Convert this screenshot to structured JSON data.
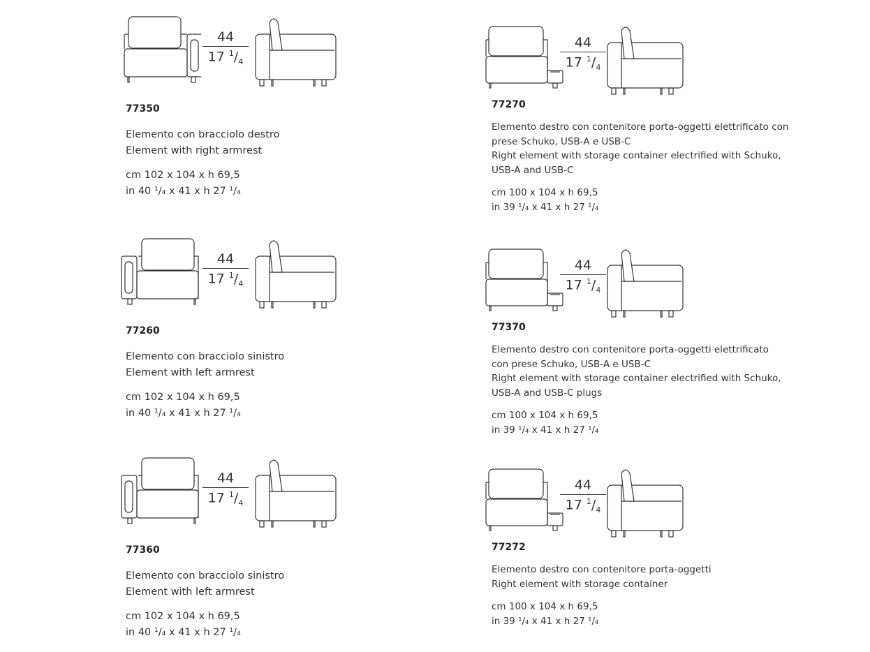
{
  "dimension_label": {
    "top": "44",
    "bottom_whole": "17",
    "bottom_num": "1",
    "bottom_den": "4"
  },
  "items": [
    {
      "code": "77350",
      "desc": [
        "Elemento con bracciolo destro",
        "Element with right armrest"
      ],
      "dims": [
        "cm 102 x 104 x h 69,5",
        "in 40 ¹/₄ x 41 x h 27 ¹/₄"
      ],
      "front": "right-arm"
    },
    {
      "code": "77260",
      "desc": [
        "Elemento con bracciolo sinistro",
        "Element with left armrest"
      ],
      "dims": [
        "cm 102 x 104 x h 69,5",
        "in 40 ¹/₄ x 41 x h 27 ¹/₄"
      ],
      "front": "left-arm"
    },
    {
      "code": "77360",
      "desc": [
        "Elemento con bracciolo sinistro",
        "Element with left armrest"
      ],
      "dims": [
        "cm 102 x 104 x h 69,5",
        "in 40 ¹/₄ x 41 x h 27 ¹/₄"
      ],
      "front": "left-arm"
    },
    {
      "code": "77270",
      "desc": [
        "Elemento destro con contenitore porta-oggetti elettrificato con",
        "prese Schuko, USB-A e USB-C",
        "Right element with storage container electrified with Schuko,",
        "USB-A and USB-C"
      ],
      "dims": [
        "cm 100 x 104 x h 69,5",
        "in 39 ¹/₄ x 41 x h 27 ¹/₄"
      ],
      "front": "storage"
    },
    {
      "code": "77370",
      "desc": [
        "Elemento destro con contenitore porta-oggetti elettrificato",
        "con prese Schuko, USB-A e USB-C",
        "Right element with storage container electrified with Schuko,",
        "USB-A and USB-C plugs"
      ],
      "dims": [
        "cm 100 x 104 x h 69,5",
        "in 39 ¹/₄ x 41 x h 27 ¹/₄"
      ],
      "front": "storage"
    },
    {
      "code": "77272",
      "desc": [
        "Elemento destro con contenitore porta-oggetti",
        "Right element with storage container"
      ],
      "dims": [
        "cm 100 x 104 x h 69,5",
        "in 39 ¹/₄ x 41 x h 27 ¹/₄"
      ],
      "front": "storage"
    }
  ]
}
